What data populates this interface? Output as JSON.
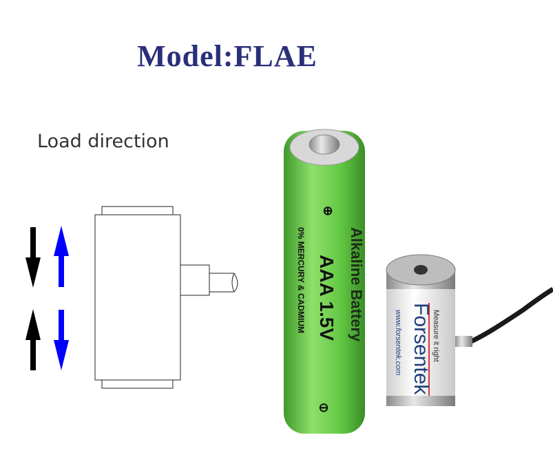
{
  "title": "Model:FLAE",
  "diagram": {
    "label": "Load direction",
    "arrow_colors": {
      "down_black": "#000000",
      "up_blue": "#0000ff"
    }
  },
  "battery": {
    "plus": "⊕",
    "minus": "⊖",
    "brand_text": "Alkaline Battery",
    "size_text": "AAA 1.5V",
    "info_text": "0% MERCURY & CADMIUM",
    "color": "#6bd04a"
  },
  "sensor": {
    "brand": "Forsentek",
    "slogan": "Measure it right",
    "website": "www.forsentek.com"
  },
  "colors": {
    "title": "#2a2f7a"
  }
}
